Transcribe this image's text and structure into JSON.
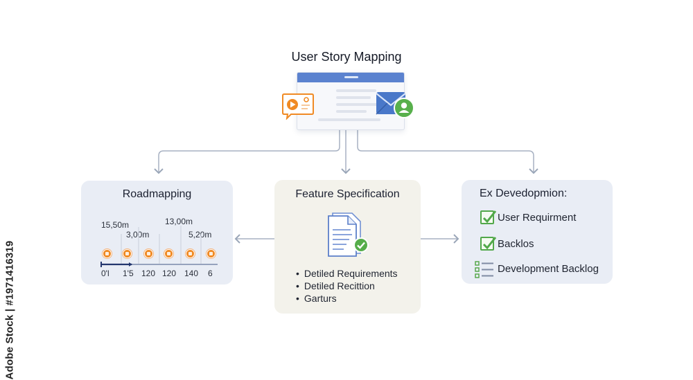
{
  "title": "User Story Mapping",
  "roadmapping": {
    "title": "Roadmapping",
    "top_labels": [
      "15,50m",
      "3,00m",
      "13,00m",
      "5,20m"
    ],
    "axis_labels": [
      "0'l",
      "1'5",
      "120",
      "120",
      "140",
      "6"
    ]
  },
  "feature": {
    "title": "Feature Specification",
    "bullets": [
      "Detiled Requirements",
      "Detiled Recittion",
      "Garturs"
    ]
  },
  "development": {
    "title": "Ex Devedopmion:",
    "items": [
      "User Requirment",
      "Backlos",
      "Development Backlog"
    ]
  },
  "watermark": "Adobe Stock | #1971416319",
  "colors": {
    "window_bar": "#5b82cf",
    "accent_orange": "#f08a24",
    "check_green": "#52a84a",
    "card_blue": "#e9edf5",
    "card_cream": "#f3f2eb",
    "connector": "#9aa6b8"
  },
  "icons": [
    "video-play-icon",
    "mail-icon",
    "user-icon",
    "document-icon",
    "check-badge-icon",
    "checkbox-icon",
    "checklist-icon"
  ]
}
